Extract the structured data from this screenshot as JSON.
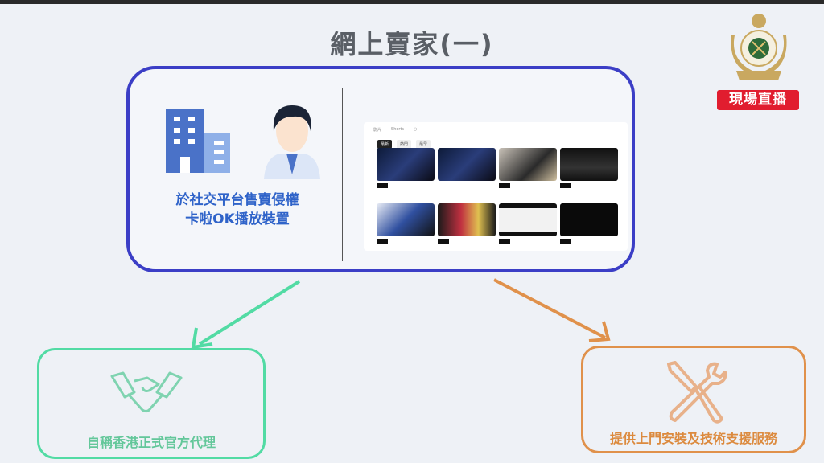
{
  "slide": {
    "title": "網上賣家(一)",
    "left_caption_line1": "於社交平台售賣侵權",
    "left_caption_line2": "卡啦OK播放裝置",
    "screenshot": {
      "tabs": [
        "影片",
        "Shorts"
      ],
      "chips": [
        "最新",
        "熱門",
        "最早"
      ]
    },
    "green_box_label": "自稱香港正式官方代理",
    "orange_box_label": "提供上門安裝及技術支援服務",
    "colors": {
      "main_border": "#3b3ec6",
      "green": "#52dba4",
      "orange": "#e0914b",
      "live_badge": "#e11d2f"
    }
  },
  "broadcast": {
    "live_badge": "現場直播",
    "logo": "Hong Kong Customs and Excise"
  }
}
